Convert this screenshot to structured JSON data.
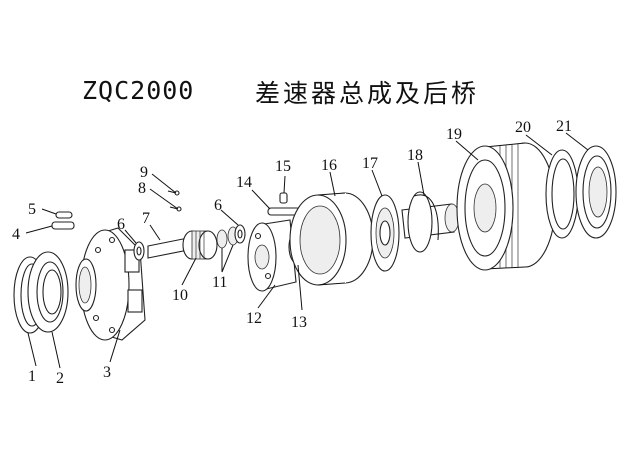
{
  "title": {
    "model": "ZQC2000",
    "name": "差速器总成及后桥"
  },
  "parts": [
    {
      "id": "1",
      "label": "1"
    },
    {
      "id": "2",
      "label": "2"
    },
    {
      "id": "3",
      "label": "3"
    },
    {
      "id": "4",
      "label": "4"
    },
    {
      "id": "5",
      "label": "5"
    },
    {
      "id": "6a",
      "label": "6"
    },
    {
      "id": "7",
      "label": "7"
    },
    {
      "id": "8",
      "label": "8"
    },
    {
      "id": "9",
      "label": "9"
    },
    {
      "id": "6b",
      "label": "6"
    },
    {
      "id": "10",
      "label": "10"
    },
    {
      "id": "11",
      "label": "11"
    },
    {
      "id": "12",
      "label": "12"
    },
    {
      "id": "13",
      "label": "13"
    },
    {
      "id": "14",
      "label": "14"
    },
    {
      "id": "15",
      "label": "15"
    },
    {
      "id": "16",
      "label": "16"
    },
    {
      "id": "17",
      "label": "17"
    },
    {
      "id": "18",
      "label": "18"
    },
    {
      "id": "19",
      "label": "19"
    },
    {
      "id": "20",
      "label": "20"
    },
    {
      "id": "21",
      "label": "21"
    }
  ]
}
